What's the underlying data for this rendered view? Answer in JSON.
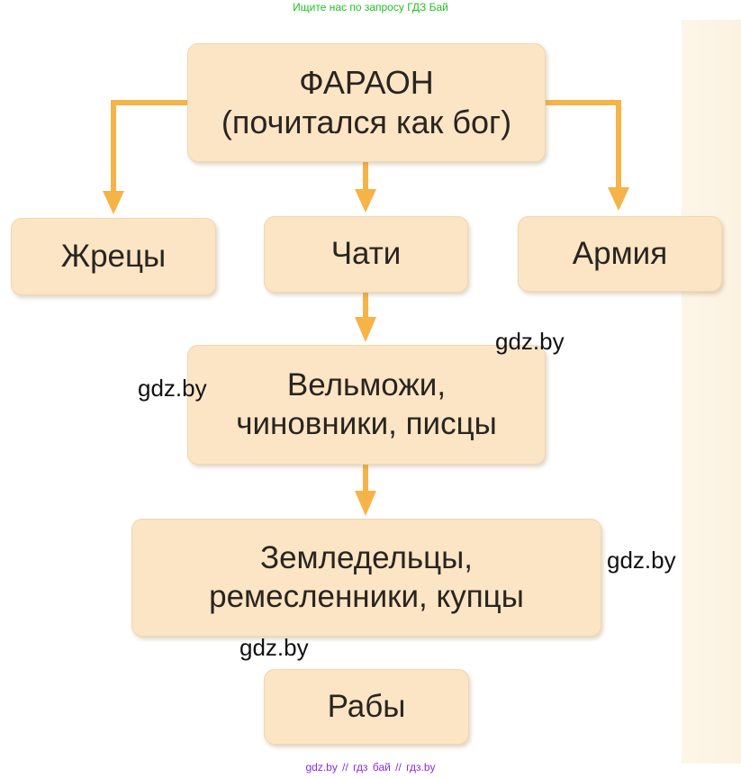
{
  "header_note": "Ищите нас по запросу ГДЗ Бай",
  "footer_note": "gdz.by  //  гдз бай  //  гдз.by",
  "watermark": "gdz.by",
  "colors": {
    "box_fill": "#fbe5c4",
    "arrow": "#f6b347",
    "text": "#2a2420"
  },
  "diagram": {
    "pharaoh": {
      "line1": "ФАРАОН",
      "line2": "(почитался как бог)"
    },
    "priests": "Жрецы",
    "chati": "Чати",
    "army": "Армия",
    "nobles": {
      "line1": "Вельможи,",
      "line2": "чиновники, писцы"
    },
    "farmers": {
      "line1": "Земледельцы,",
      "line2": "ремесленники, купцы"
    },
    "slaves": "Рабы"
  }
}
